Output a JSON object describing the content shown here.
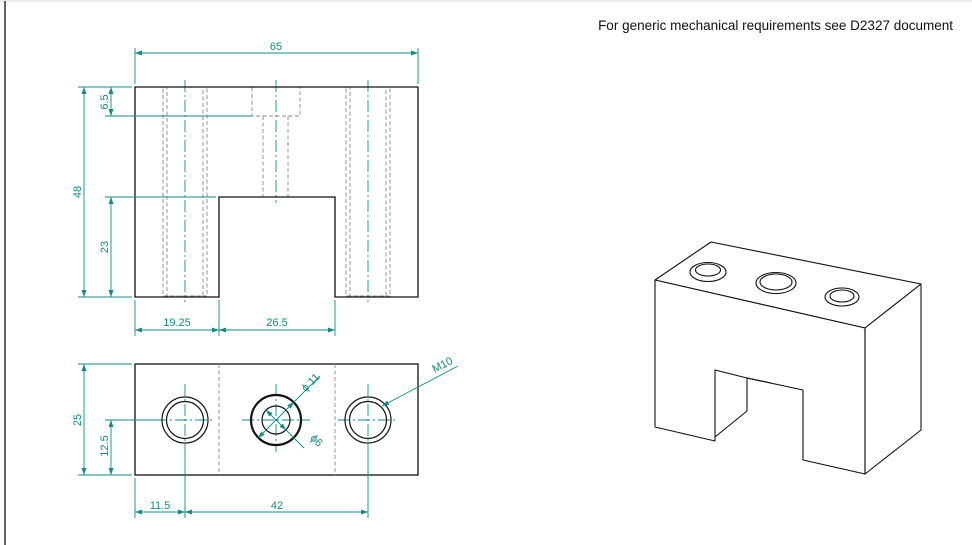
{
  "note": "For generic mechanical requirements see D2327 document",
  "colors": {
    "outline": "#111111",
    "hidden": "#8c8c8c",
    "dimension": "#0f8c84",
    "page_border": "#dddddd"
  },
  "front_view": {
    "dimensions": {
      "overall_width": "65",
      "thread_depth": "6.5",
      "overall_height": "48",
      "slot_height": "23",
      "slot_offset": "19.25",
      "slot_width": "26.5"
    }
  },
  "top_view": {
    "dimensions": {
      "depth": "25",
      "half_depth": "12.5",
      "hole_offset": "11.5",
      "hole_spacing": "42",
      "counterbore": "ϕ 11",
      "hole": "ϕ6",
      "thread": "M10"
    }
  },
  "iso_view": {
    "icon": "isometric-part-icon"
  }
}
